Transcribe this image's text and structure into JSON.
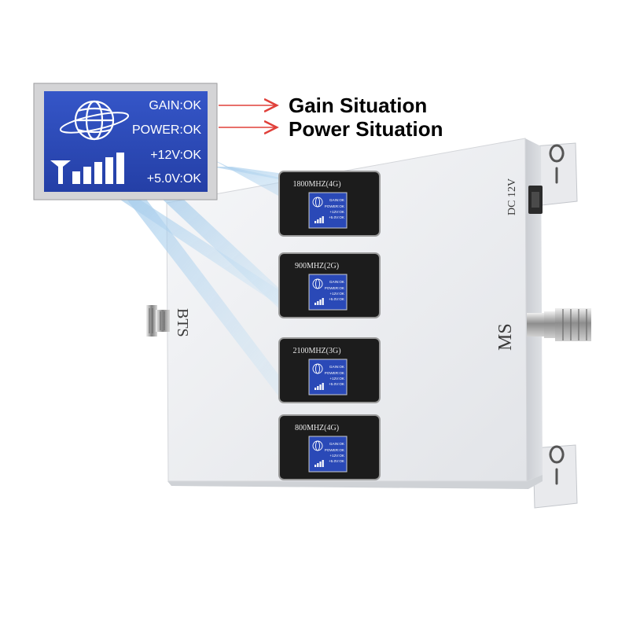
{
  "main_display": {
    "gain_status": "GAIN:OK",
    "power_status": "POWER:OK",
    "v12_status": "+12V:OK",
    "v5_status": "+5.0V:OK",
    "globe_icon": "globe-icon",
    "signal_icon": "signal-bars-icon"
  },
  "callouts": {
    "gain": "Gain Situation",
    "power": "Power Situation",
    "arrow_color": "#e0403a"
  },
  "device": {
    "input_port_label": "BTS",
    "output_port_label": "MS",
    "power_label": "DC 12V",
    "body_color": "#eeeff1",
    "panel_color": "#1c1c1c",
    "lcd_color": "#2a49b7"
  },
  "band_panels": [
    {
      "band": "1800MHZ(4G)",
      "gain": "GAIN:OK",
      "power": "POWER:OK",
      "v12": "+12V:OK",
      "v5": "+5.0V:OK"
    },
    {
      "band": "900MHZ(2G)",
      "gain": "GAIN:OK",
      "power": "POWER:OK",
      "v12": "+12V:OK",
      "v5": "+5.0V:OK"
    },
    {
      "band": "2100MHZ(3G)",
      "gain": "GAIN:OK",
      "power": "POWER:OK",
      "v12": "+12V:OK",
      "v5": "+5.0V:OK"
    },
    {
      "band": "800MHZ(4G)",
      "gain": "GAIN:OK",
      "power": "POWER:OK",
      "v12": "+12V:OK",
      "v5": "+5.0V:OK"
    }
  ]
}
